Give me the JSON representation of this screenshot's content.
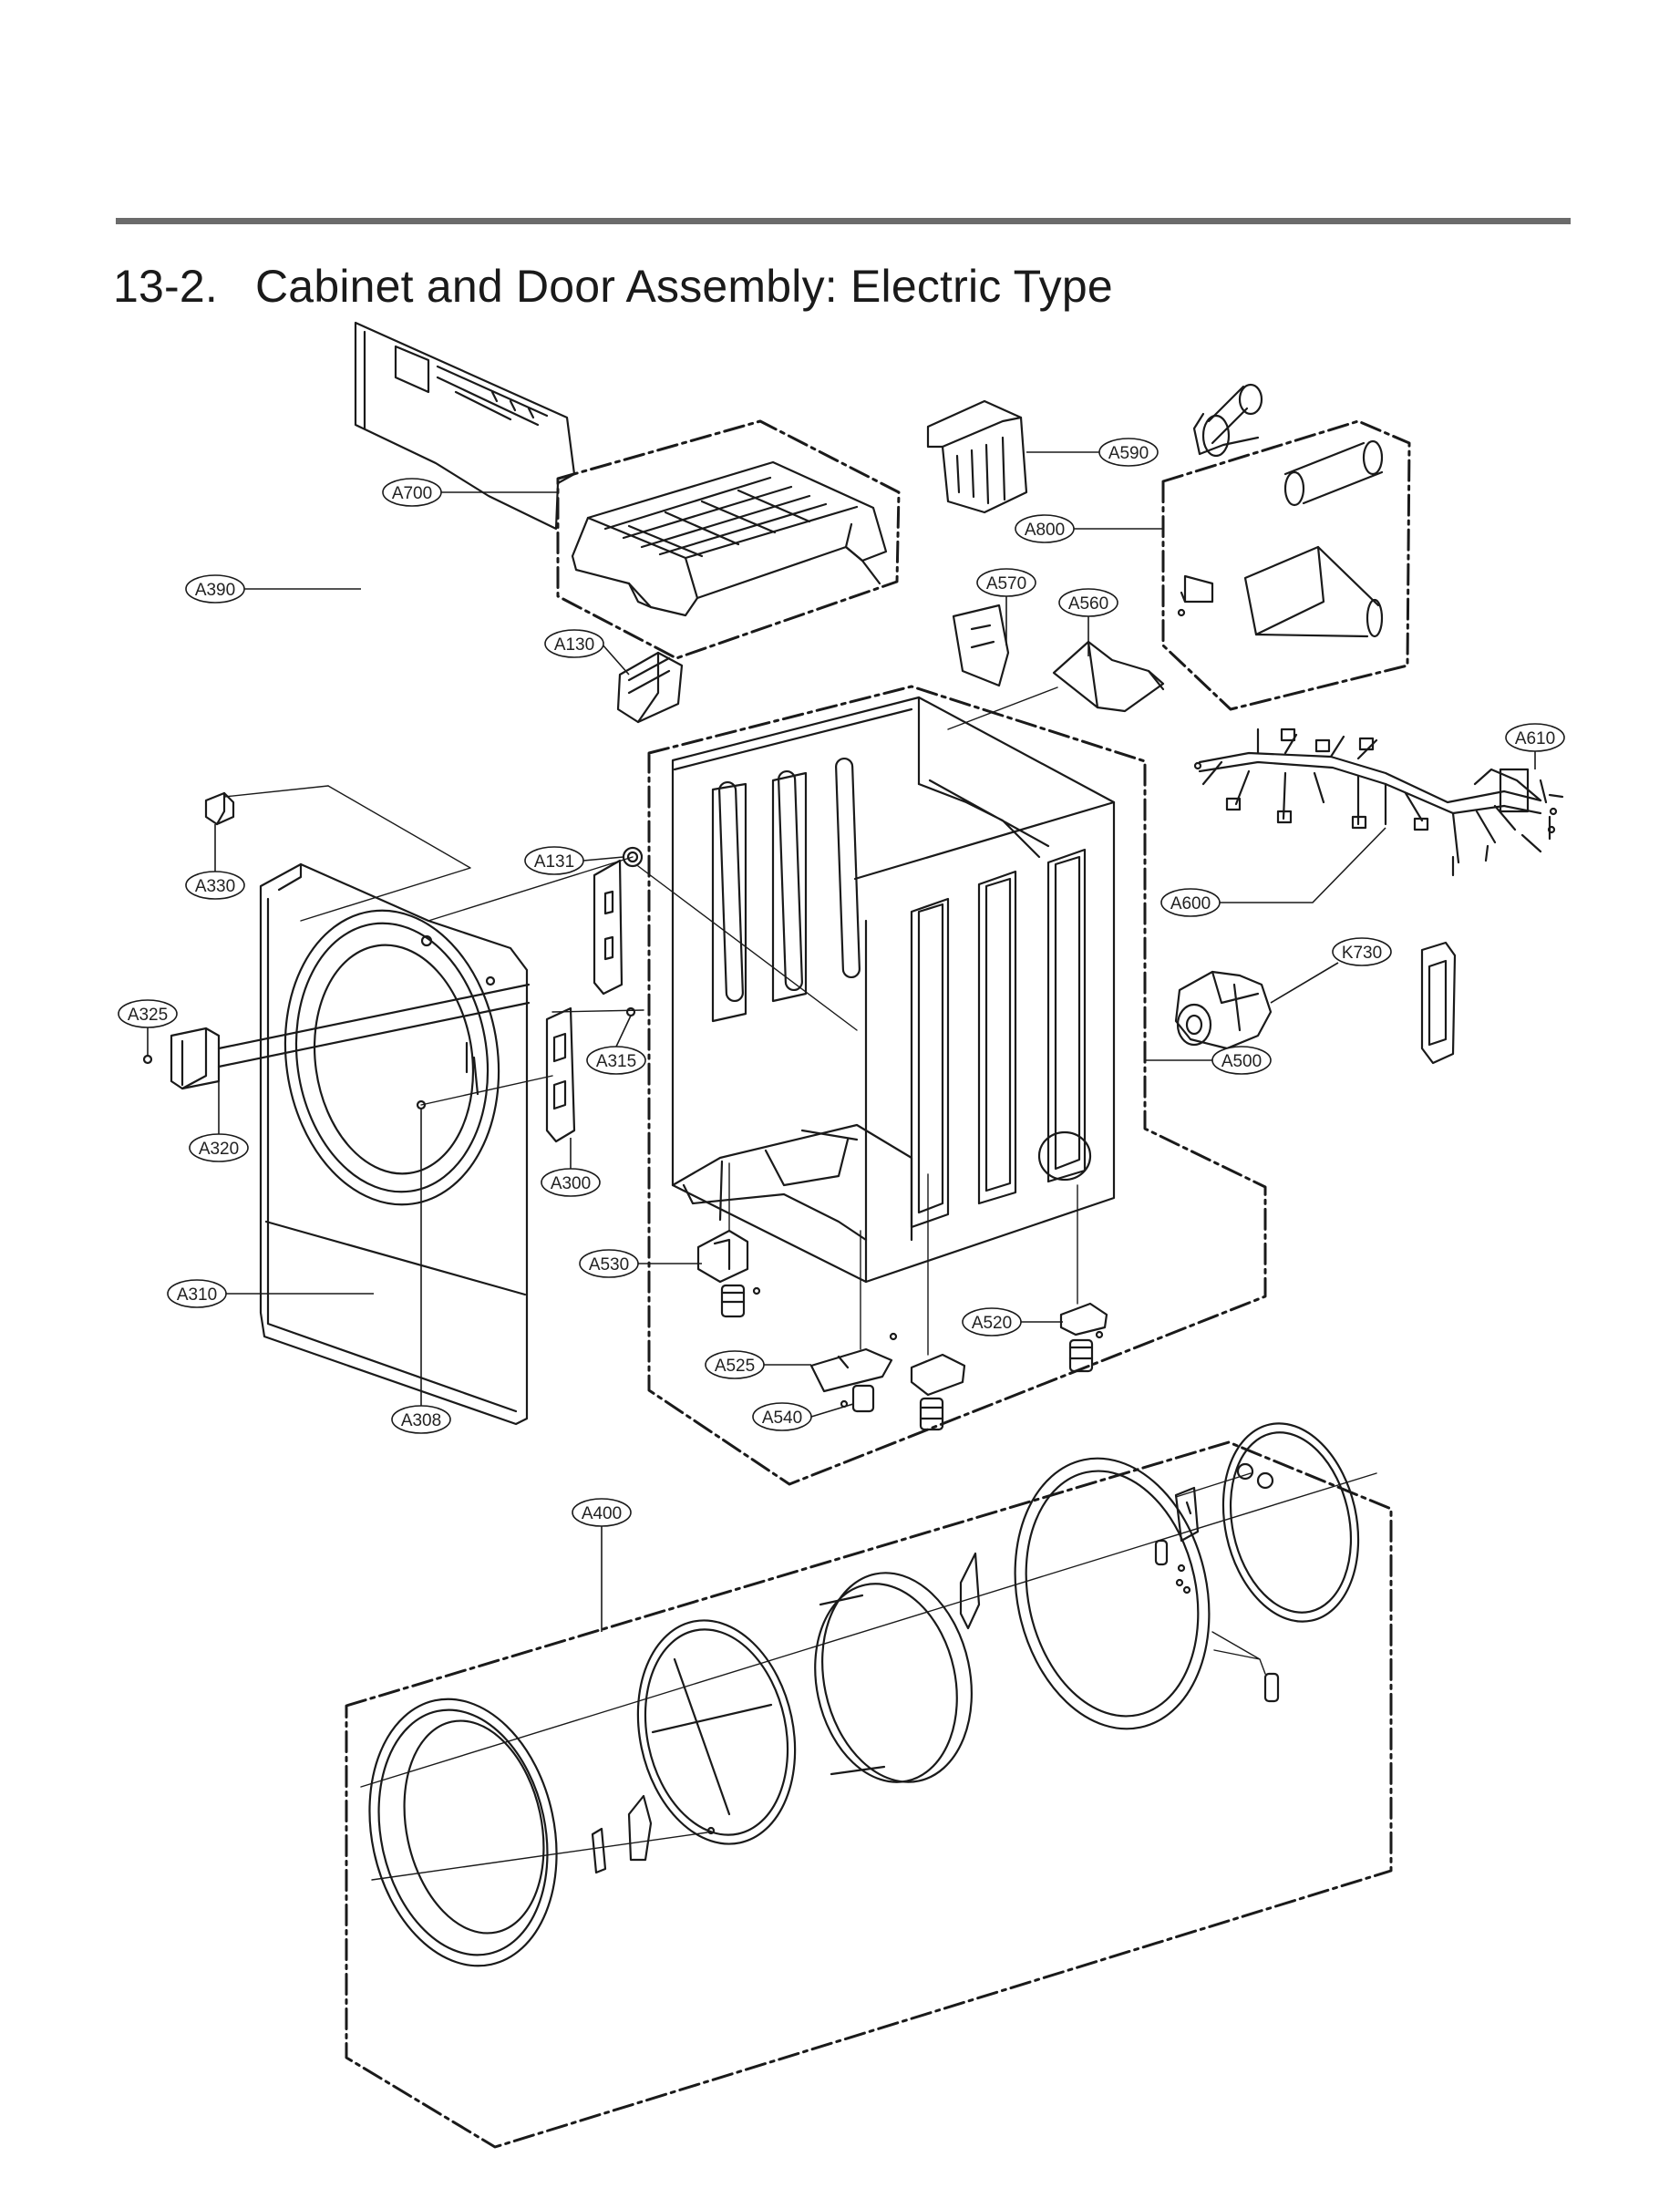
{
  "page": {
    "section_number": "13-2.",
    "section_title": "Cabinet and Door Assembly: Electric Type"
  },
  "callouts": [
    {
      "id": "a700",
      "label": "A700"
    },
    {
      "id": "a590",
      "label": "A590"
    },
    {
      "id": "a800",
      "label": "A800"
    },
    {
      "id": "a390",
      "label": "A390"
    },
    {
      "id": "a570",
      "label": "A570"
    },
    {
      "id": "a560",
      "label": "A560"
    },
    {
      "id": "a130",
      "label": "A130"
    },
    {
      "id": "a610",
      "label": "A610"
    },
    {
      "id": "a330",
      "label": "A330"
    },
    {
      "id": "a131",
      "label": "A131"
    },
    {
      "id": "a600",
      "label": "A600"
    },
    {
      "id": "k730",
      "label": "K730"
    },
    {
      "id": "a325",
      "label": "A325"
    },
    {
      "id": "a315",
      "label": "A315"
    },
    {
      "id": "a500",
      "label": "A500"
    },
    {
      "id": "a320",
      "label": "A320"
    },
    {
      "id": "a300",
      "label": "A300"
    },
    {
      "id": "a530",
      "label": "A530"
    },
    {
      "id": "a310",
      "label": "A310"
    },
    {
      "id": "a520",
      "label": "A520"
    },
    {
      "id": "a525",
      "label": "A525"
    },
    {
      "id": "a540",
      "label": "A540"
    },
    {
      "id": "a308",
      "label": "A308"
    },
    {
      "id": "a400",
      "label": "A400"
    }
  ]
}
